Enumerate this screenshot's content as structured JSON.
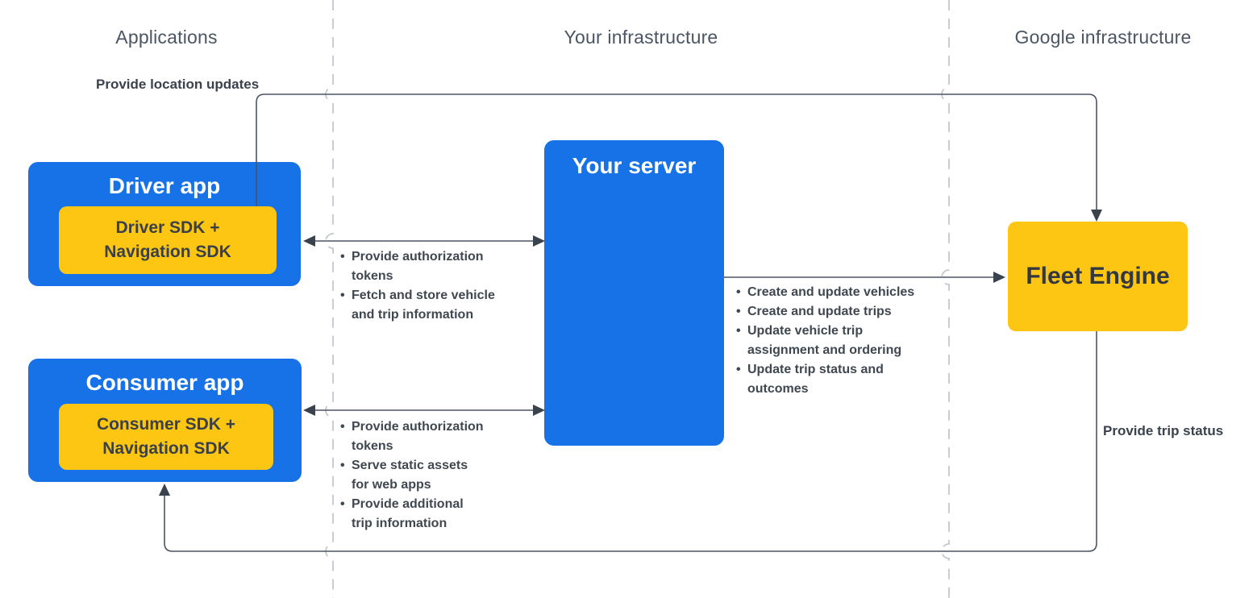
{
  "lanes": {
    "applications": "Applications",
    "your_infrastructure": "Your infrastructure",
    "google_infrastructure": "Google infrastructure"
  },
  "nodes": {
    "driver_app": {
      "title": "Driver app",
      "sdk": "Driver SDK +\nNavigation SDK"
    },
    "consumer_app": {
      "title": "Consumer app",
      "sdk": "Consumer SDK +\nNavigation SDK"
    },
    "your_server": {
      "title": "Your server"
    },
    "fleet_engine": {
      "title": "Fleet Engine"
    }
  },
  "edges": {
    "provide_location_updates": {
      "label": "Provide location updates"
    },
    "driver_app_your_server": {
      "bullets": [
        "Provide authorization\ntokens",
        "Fetch and store vehicle\nand trip information"
      ]
    },
    "consumer_app_your_server": {
      "bullets": [
        "Provide authorization\ntokens",
        "Serve static assets\nfor web apps",
        "Provide additional\ntrip information"
      ]
    },
    "your_server_fleet_engine": {
      "bullets": [
        "Create and update vehicles",
        "Create and update trips",
        "Update vehicle trip\nassignment and ordering",
        "Update trip status and\noutcomes"
      ]
    },
    "provide_trip_status": {
      "label": "Provide trip status"
    }
  },
  "colors": {
    "node_blue": "#1672e6",
    "node_yellow": "#fcc613",
    "connector": "#4b5563",
    "divider": "#c3c8cf",
    "title_text": "#ffffff",
    "dark_text": "#3a4046"
  }
}
